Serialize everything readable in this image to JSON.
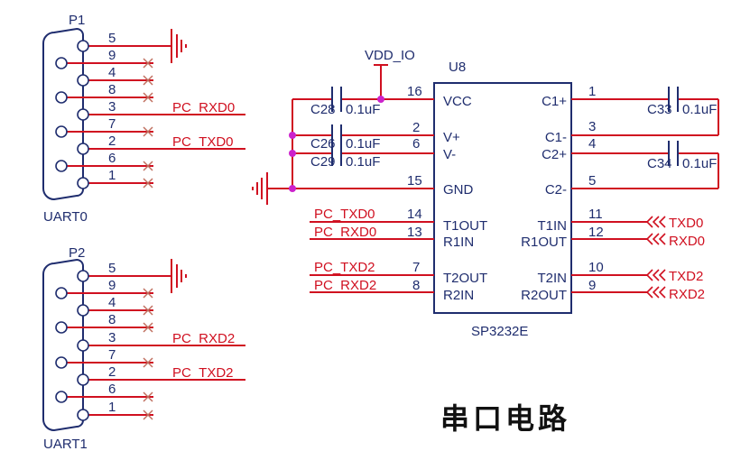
{
  "domain": "Diagram",
  "colors": {
    "wire": "#d01020",
    "outline": "#1f2d6e",
    "junction": "#cc22cc",
    "text": "#1f2d6e",
    "netlabel": "#d01020",
    "title": "#111111"
  },
  "title": "串口电路",
  "power_label": "VDD_IO",
  "ic": {
    "ref": "U8",
    "part": "SP3232E",
    "left_pins": [
      {
        "num": "16",
        "name": "VCC"
      },
      {
        "num": "2",
        "name": "V+"
      },
      {
        "num": "6",
        "name": "V-"
      },
      {
        "num": "15",
        "name": "GND"
      },
      {
        "num": "14",
        "name": "T1OUT"
      },
      {
        "num": "13",
        "name": "R1IN"
      },
      {
        "num": "7",
        "name": "T2OUT"
      },
      {
        "num": "8",
        "name": "R2IN"
      }
    ],
    "right_pins": [
      {
        "num": "1",
        "name": "C1+"
      },
      {
        "num": "3",
        "name": "C1-"
      },
      {
        "num": "4",
        "name": "C2+"
      },
      {
        "num": "5",
        "name": "C2-"
      },
      {
        "num": "11",
        "name": "T1IN"
      },
      {
        "num": "12",
        "name": "R1OUT"
      },
      {
        "num": "10",
        "name": "T2IN"
      },
      {
        "num": "9",
        "name": "R2OUT"
      }
    ]
  },
  "capacitors": [
    {
      "ref": "C28",
      "value": "0.1uF"
    },
    {
      "ref": "C26",
      "value": "0.1uF"
    },
    {
      "ref": "C29",
      "value": "0.1uF"
    },
    {
      "ref": "C33",
      "value": "0.1uF"
    },
    {
      "ref": "C34",
      "value": "0.1uF"
    }
  ],
  "left_net_labels": [
    "PC_TXD0",
    "PC_RXD0",
    "PC_TXD2",
    "PC_RXD2"
  ],
  "right_net_labels": [
    "TXD0",
    "RXD0",
    "TXD2",
    "RXD2"
  ],
  "connectors": [
    {
      "ref": "P1",
      "name": "UART0",
      "pins": [
        "5",
        "9",
        "4",
        "8",
        "3",
        "7",
        "2",
        "6",
        "1"
      ],
      "net_labels": [
        {
          "pin": "3",
          "text": "PC_RXD0"
        },
        {
          "pin": "2",
          "text": "PC_TXD0"
        }
      ]
    },
    {
      "ref": "P2",
      "name": "UART1",
      "pins": [
        "5",
        "9",
        "4",
        "8",
        "3",
        "7",
        "2",
        "6",
        "1"
      ],
      "net_labels": [
        {
          "pin": "3",
          "text": "PC_RXD2"
        },
        {
          "pin": "2",
          "text": "PC_TXD2"
        }
      ]
    }
  ]
}
